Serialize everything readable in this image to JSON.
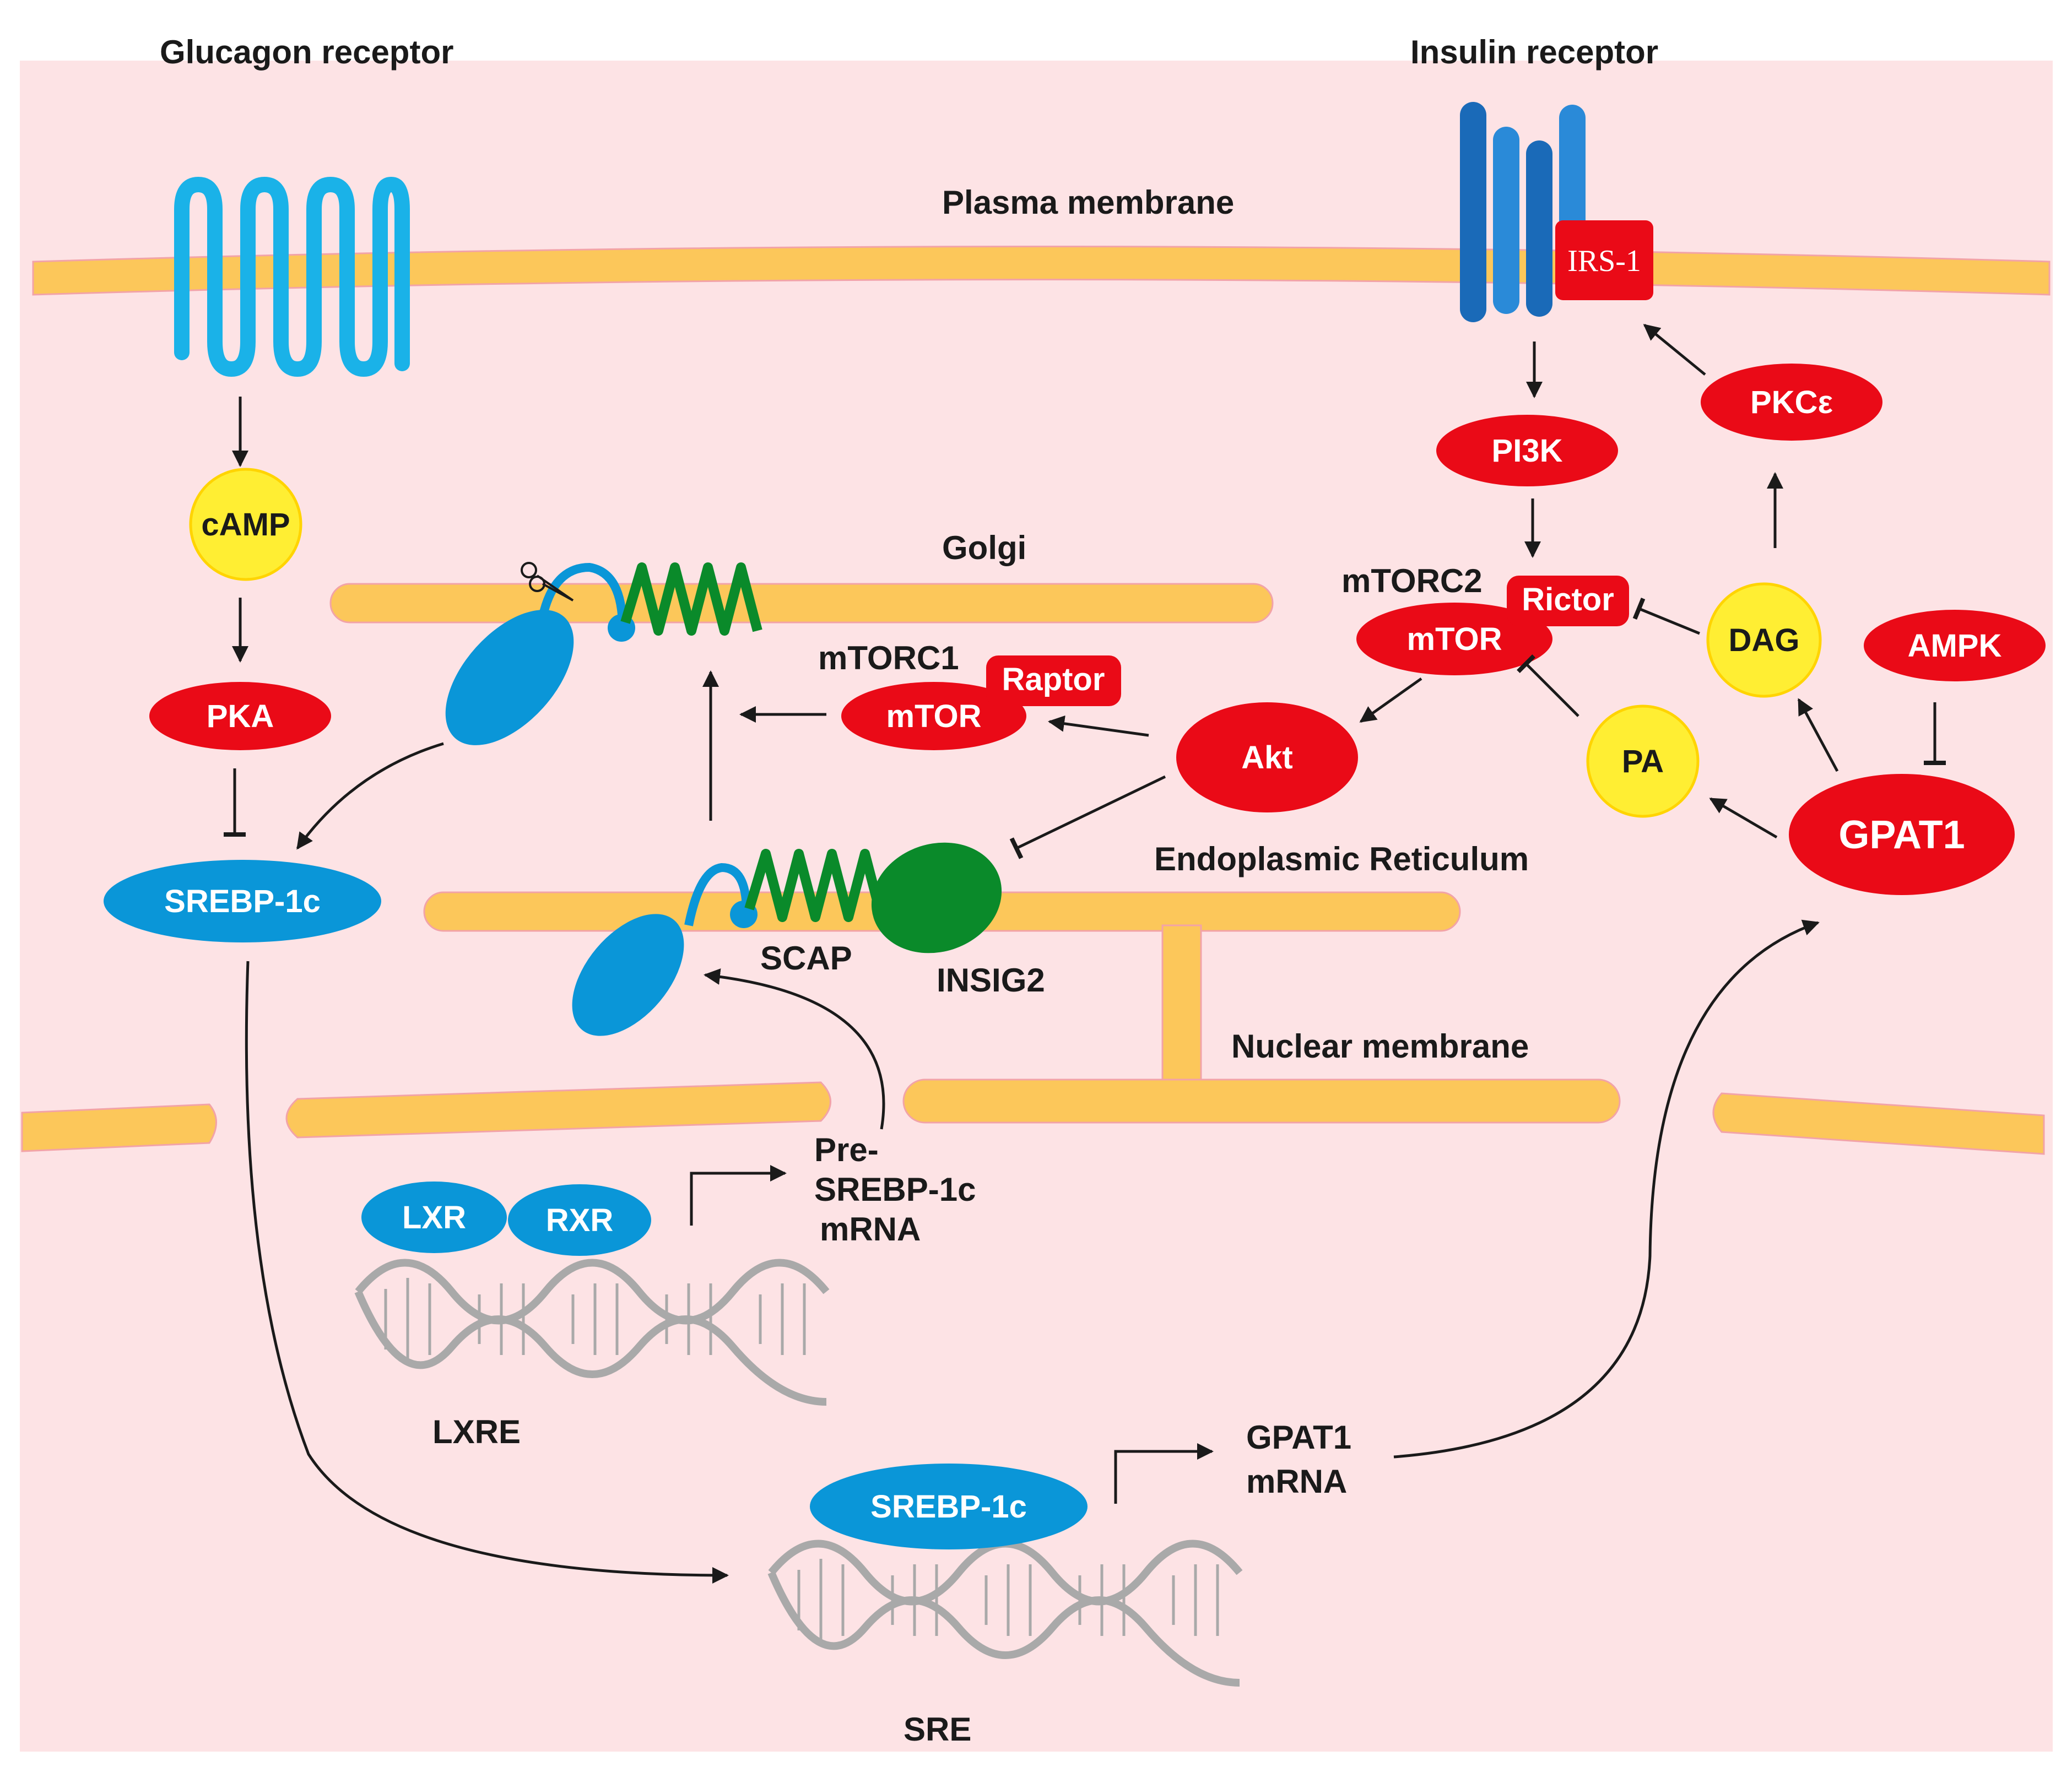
{
  "colors": {
    "background": "#fde3e5",
    "membrane": "#fcc75a",
    "red_node": "#ea0a17",
    "yellow_node": "#ffee33",
    "blue_node": "#0a96d8",
    "green_protein": "#0a8a2a",
    "glucagon_receptor": "#1ab2e8",
    "insulin_receptor": "#1a6ab8",
    "dna": "#a9a9a9"
  },
  "labels": {
    "glucagon_receptor": "Glucagon receptor",
    "insulin_receptor": "Insulin receptor",
    "plasma_membrane": "Plasma membrane",
    "golgi": "Golgi",
    "er": "Endoplasmic Reticulum",
    "nuclear_membrane": "Nuclear membrane",
    "mtorc1": "mTORC1",
    "mtorc2": "mTORC2",
    "scap": "SCAP",
    "insig2": "INSIG2",
    "pre_srebp_l1": "Pre-",
    "pre_srebp_l2": "SREBP-1c",
    "pre_srebp_l3": "mRNA",
    "lxre": "LXRE",
    "sre": "SRE",
    "gpat1_mrna_l1": "GPAT1",
    "gpat1_mrna_l2": "mRNA"
  },
  "nodes": {
    "camp": "cAMP",
    "pka": "PKA",
    "srebp_cyt": "SREBP-1c",
    "srebp_nuc": "SREBP-1c",
    "lxr": "LXR",
    "rxr": "RXR",
    "irs1": "IRS-1",
    "pi3k": "PI3K",
    "pkce": "PKCε",
    "mtor1": "mTOR",
    "raptor": "Raptor",
    "mtor2": "mTOR",
    "rictor": "Rictor",
    "akt": "Akt",
    "dag": "DAG",
    "ampk": "AMPK",
    "pa": "PA",
    "gpat1": "GPAT1"
  }
}
